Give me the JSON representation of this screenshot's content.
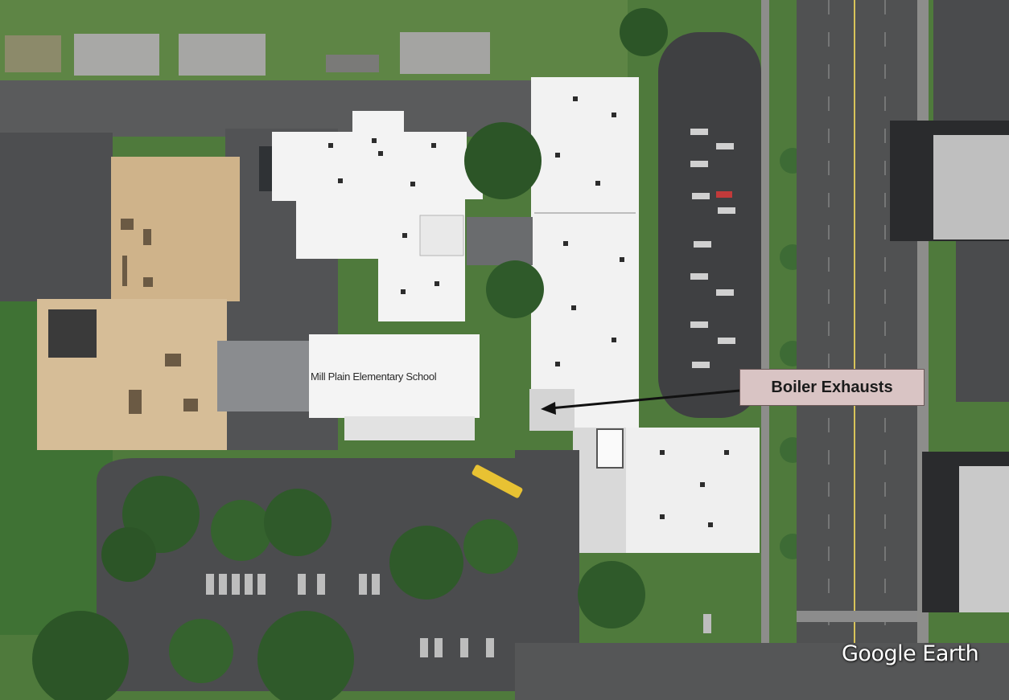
{
  "map": {
    "school_label": "Mill Plain Elementary School",
    "callout_label": "Boiler Exhausts",
    "watermark": "Google Earth"
  },
  "colors": {
    "grass": "#4f7a3c",
    "asphalt": "#4a4b4d",
    "roof": "#f4f4f4",
    "playground": "#cfb38a",
    "callout_fill": "#d9c4c4",
    "arrow": "#111111"
  }
}
